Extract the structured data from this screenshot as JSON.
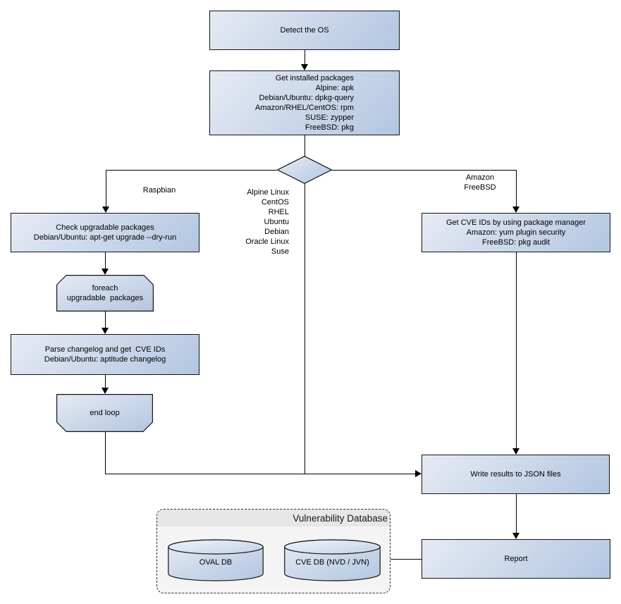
{
  "diagram": {
    "nodes": {
      "detect_os": {
        "label": "Detect the OS"
      },
      "get_installed_packages": {
        "label": "Get installed packages\nAlpine: apk\nDebian/Ubuntu: dpkg-query\nAmazon/RHEL/CentOS: rpm\nSUSE: zypper\nFreeBSD: pkg"
      },
      "check_upgradable": {
        "label": "Check upgradable packages\nDebian/Ubuntu: apt-get upgrade --dry-run"
      },
      "foreach_loop": {
        "label": "foreach\nupgradable  packages"
      },
      "parse_changelog": {
        "label": "Parse changelog and get  CVE IDs\nDebian/Ubuntu: aptitude changelog"
      },
      "end_loop": {
        "label": "end loop"
      },
      "get_cve_ids": {
        "label": "Get CVE IDs by using package manager\nAmazon: yum plugin security\nFreeBSD: pkg audit"
      },
      "write_results": {
        "label": "Write results to JSON files"
      },
      "report": {
        "label": "Report"
      }
    },
    "edge_labels": {
      "raspbian": "Raspbian",
      "middle_os_list": "Alpine Linux\nCentOS\nRHEL\nUbuntu\nDebian\nOracle Linux\nSuse",
      "amazon_freebsd": "Amazon\nFreeBSD"
    },
    "vulnerability_database": {
      "title": "Vulnerability Database",
      "cylinders": [
        {
          "label": "OVAL DB"
        },
        {
          "label": "CVE DB (NVD / JVN)"
        }
      ]
    },
    "colors": {
      "node_fill_top": "#e6ebf4",
      "node_fill_bottom": "#b2c6e1",
      "node_border": "#141414",
      "connector": "#000000",
      "panel_fill": "#f4f4f4",
      "panel_header": "#e7e7e7",
      "background": "#ffffff"
    }
  }
}
